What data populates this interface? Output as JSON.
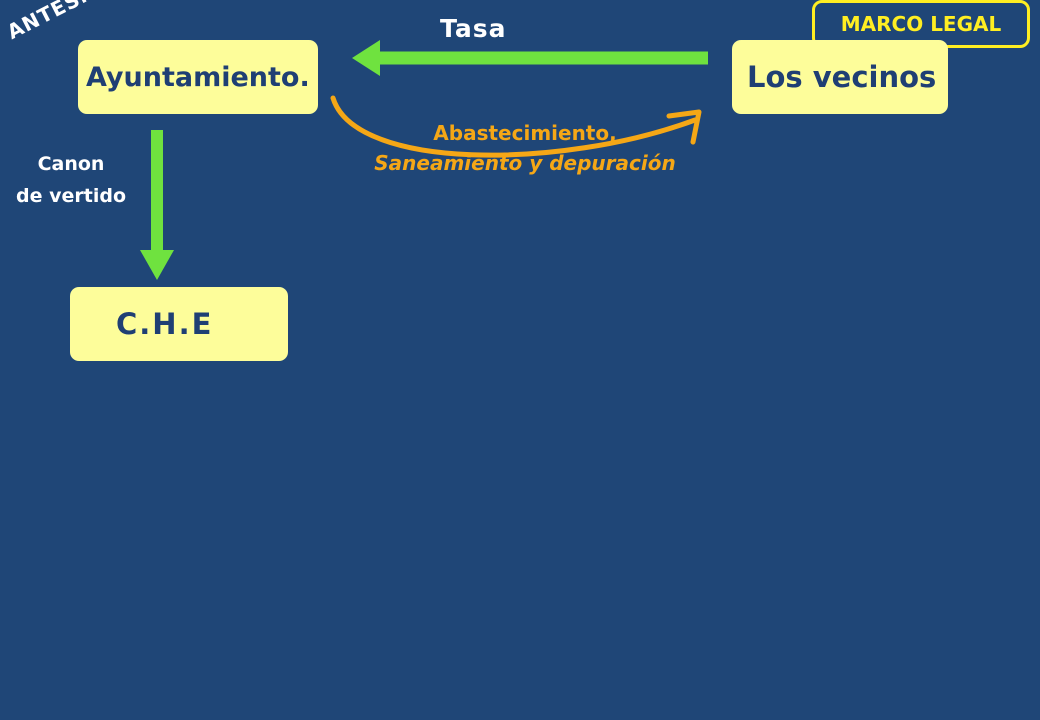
{
  "slide": {
    "corner_label": "ANTES…",
    "badge": "MARCO LEGAL",
    "nodes": {
      "ayuntamiento": "Ayuntamiento.",
      "vecinos": "Los vecinos",
      "che": "C.H.E"
    },
    "edges": {
      "tasa": "Tasa",
      "canon_line1": "Canon",
      "canon_line2": "de vertido",
      "abastecimiento_line1": "Abastecimiento,",
      "abastecimiento_line2": "Saneamiento y depuración"
    },
    "colors": {
      "background": "#1f4677",
      "box_fill": "#fdfd9a",
      "box_text": "#1f3f74",
      "badge": "#ffee22",
      "green_arrow": "#6fe23f",
      "orange_arrow": "#f5a716"
    }
  }
}
